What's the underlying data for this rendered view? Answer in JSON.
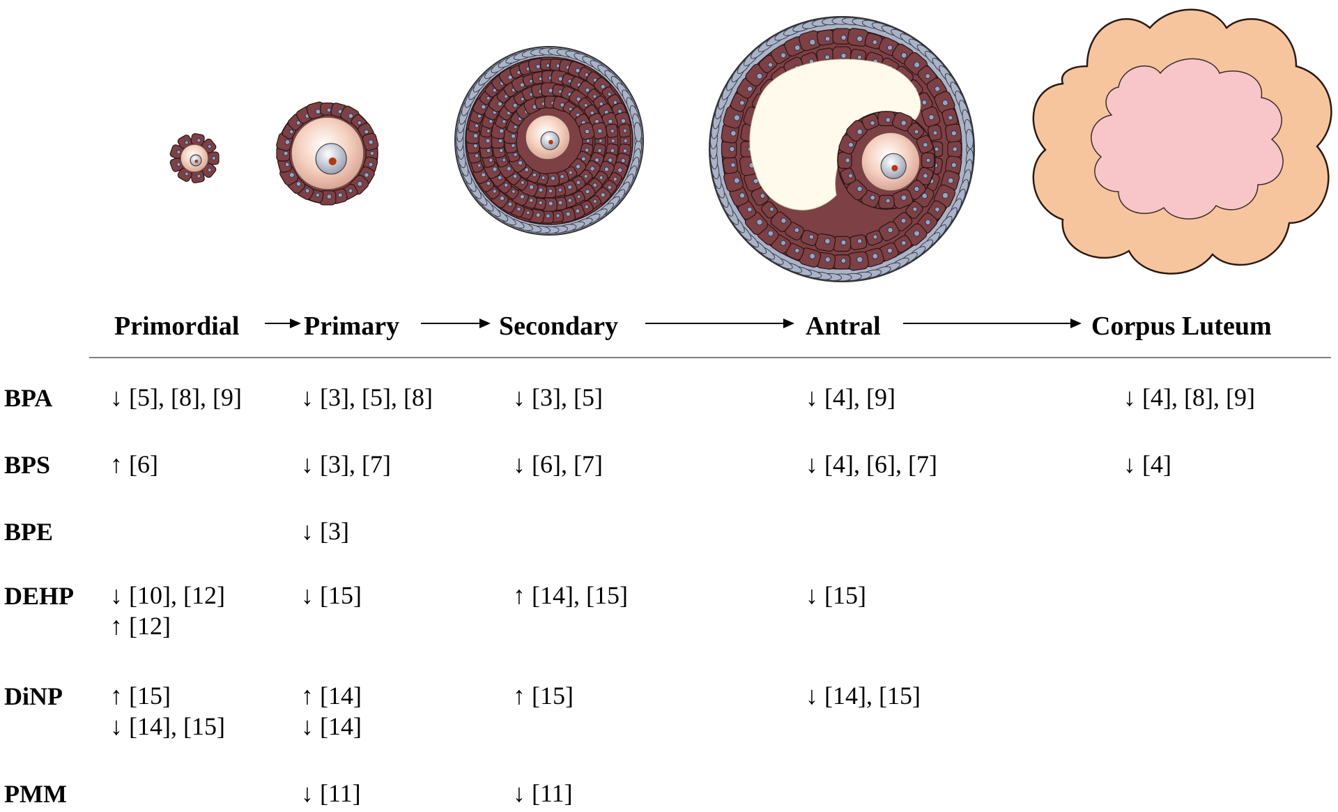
{
  "stages": [
    "Primordial",
    "Primary",
    "Secondary",
    "Antral",
    "Corpus Luteum"
  ],
  "chemicals": [
    "BPA",
    "BPS",
    "BPE",
    "DEHP",
    "DiNP",
    "PMM"
  ],
  "effects": {
    "BPA": [
      [
        "↓ [5], [8], [9]"
      ],
      [
        "↓ [3], [5], [8]"
      ],
      [
        "↓ [3], [5]"
      ],
      [
        "↓ [4], [9]"
      ],
      [
        "↓ [4], [8], [9]"
      ]
    ],
    "BPS": [
      [
        "↑ [6]"
      ],
      [
        "↓ [3], [7]"
      ],
      [
        "↓ [6], [7]"
      ],
      [
        "↓ [4], [6], [7]"
      ],
      [
        "↓ [4]"
      ]
    ],
    "BPE": [
      [],
      [
        "↓ [3]"
      ],
      [],
      [],
      []
    ],
    "DEHP": [
      [
        "↓ [10], [12]",
        "↑ [12]"
      ],
      [
        "↓ [15]"
      ],
      [
        "↑ [14], [15]"
      ],
      [
        "↓ [15]"
      ],
      []
    ],
    "DiNP": [
      [
        "↑ [15]",
        "↓ [14], [15]"
      ],
      [
        "↑ [14]",
        "↓ [14]"
      ],
      [
        "↑ [15]"
      ],
      [
        "↓ [14], [15]"
      ],
      []
    ],
    "PMM": [
      [],
      [
        "↓ [11]"
      ],
      [
        "↓ [11]"
      ],
      [],
      []
    ]
  },
  "colors": {
    "granulosa": "#7d4045",
    "theca": "#aab4c8",
    "oocyte": "#f3c8b4",
    "nucleus": "#c8cdd8",
    "antrum": "#fffaeb",
    "corpus_outer": "#f6c59e",
    "corpus_inner": "#f8c6c8"
  }
}
